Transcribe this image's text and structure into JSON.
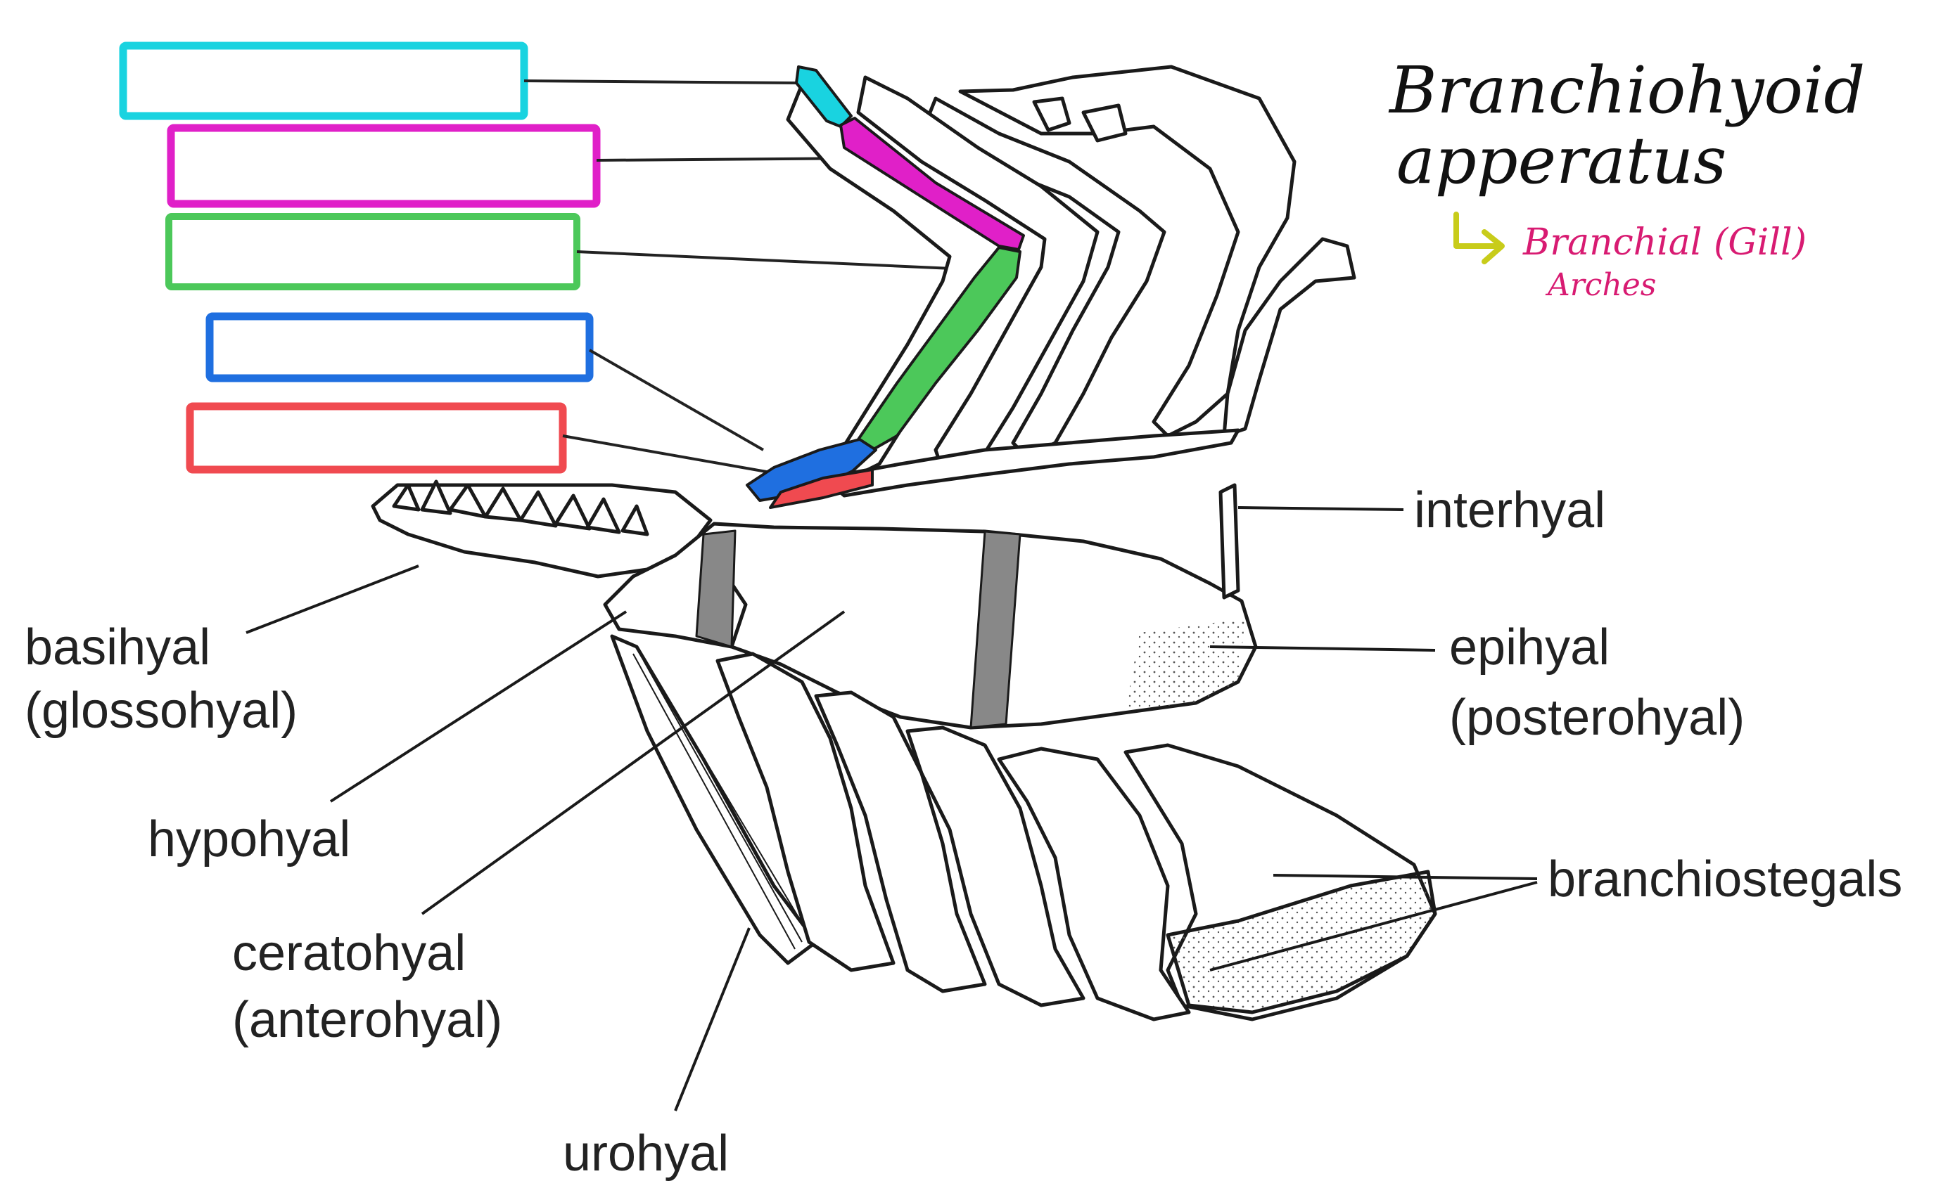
{
  "title": {
    "line1": "Branchiohyoid",
    "line2": "apperatus"
  },
  "note": {
    "line1": "Branchial (Gill)",
    "line2": "Arches",
    "color": "#d81b72",
    "arrow_color": "#c8cc1a"
  },
  "labels": {
    "interhyal": "interhyal",
    "epihyal": "epihyal",
    "epihyal_alt": "(posterohyal)",
    "basihyal": "basihyal",
    "basihyal_alt": "(glossohyal)",
    "hypohyal": "hypohyal",
    "ceratohyal": "ceratohyal",
    "ceratohyal_alt": "(anterohyal)",
    "urohyal": "urohyal",
    "branchiostegals": "branchiostegals"
  },
  "blank_boxes": [
    {
      "name": "pharyngobranchial-box",
      "color": "#19d3e0"
    },
    {
      "name": "epibranchial-box",
      "color": "#e020c8"
    },
    {
      "name": "ceratobranchial-box",
      "color": "#4cc85a"
    },
    {
      "name": "hypobranchial-box",
      "color": "#1f6fe0"
    },
    {
      "name": "basibranchial-box",
      "color": "#f04a50"
    }
  ]
}
